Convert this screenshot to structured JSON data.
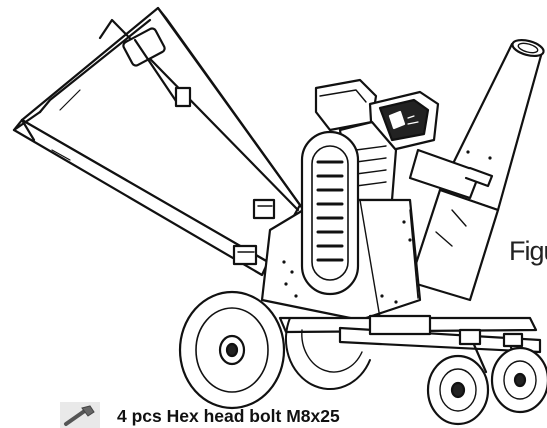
{
  "figure": {
    "label": "Figu",
    "illustration": "wood-chipper-assembly-drawing"
  },
  "parts": {
    "icon": "hex-bolt-icon",
    "caption": "4 pcs Hex head bolt M8x25"
  }
}
